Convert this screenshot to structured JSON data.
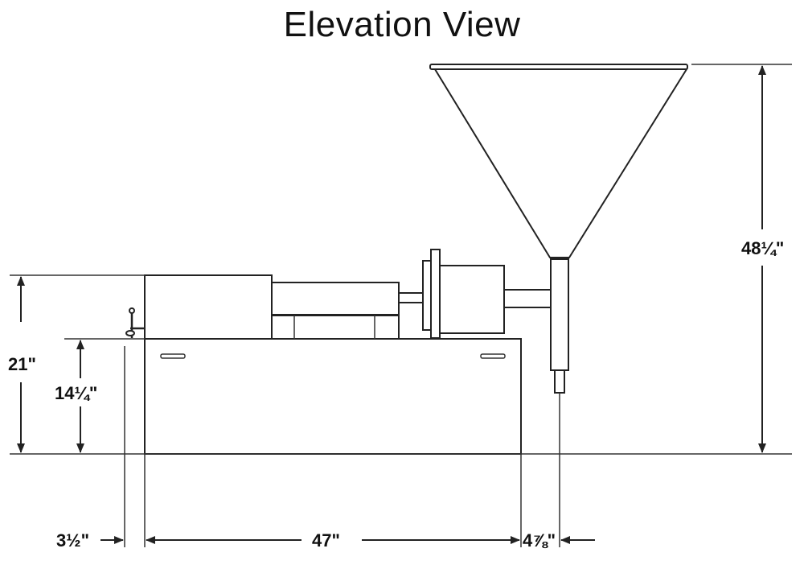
{
  "title": "Elevation View",
  "dimensions": {
    "overall_height": "48¼\"",
    "machine_height": "21\"",
    "base_height": "14¼\"",
    "handle_offset": "3½\"",
    "base_length": "47\"",
    "nozzle_offset": "4⅞\""
  }
}
